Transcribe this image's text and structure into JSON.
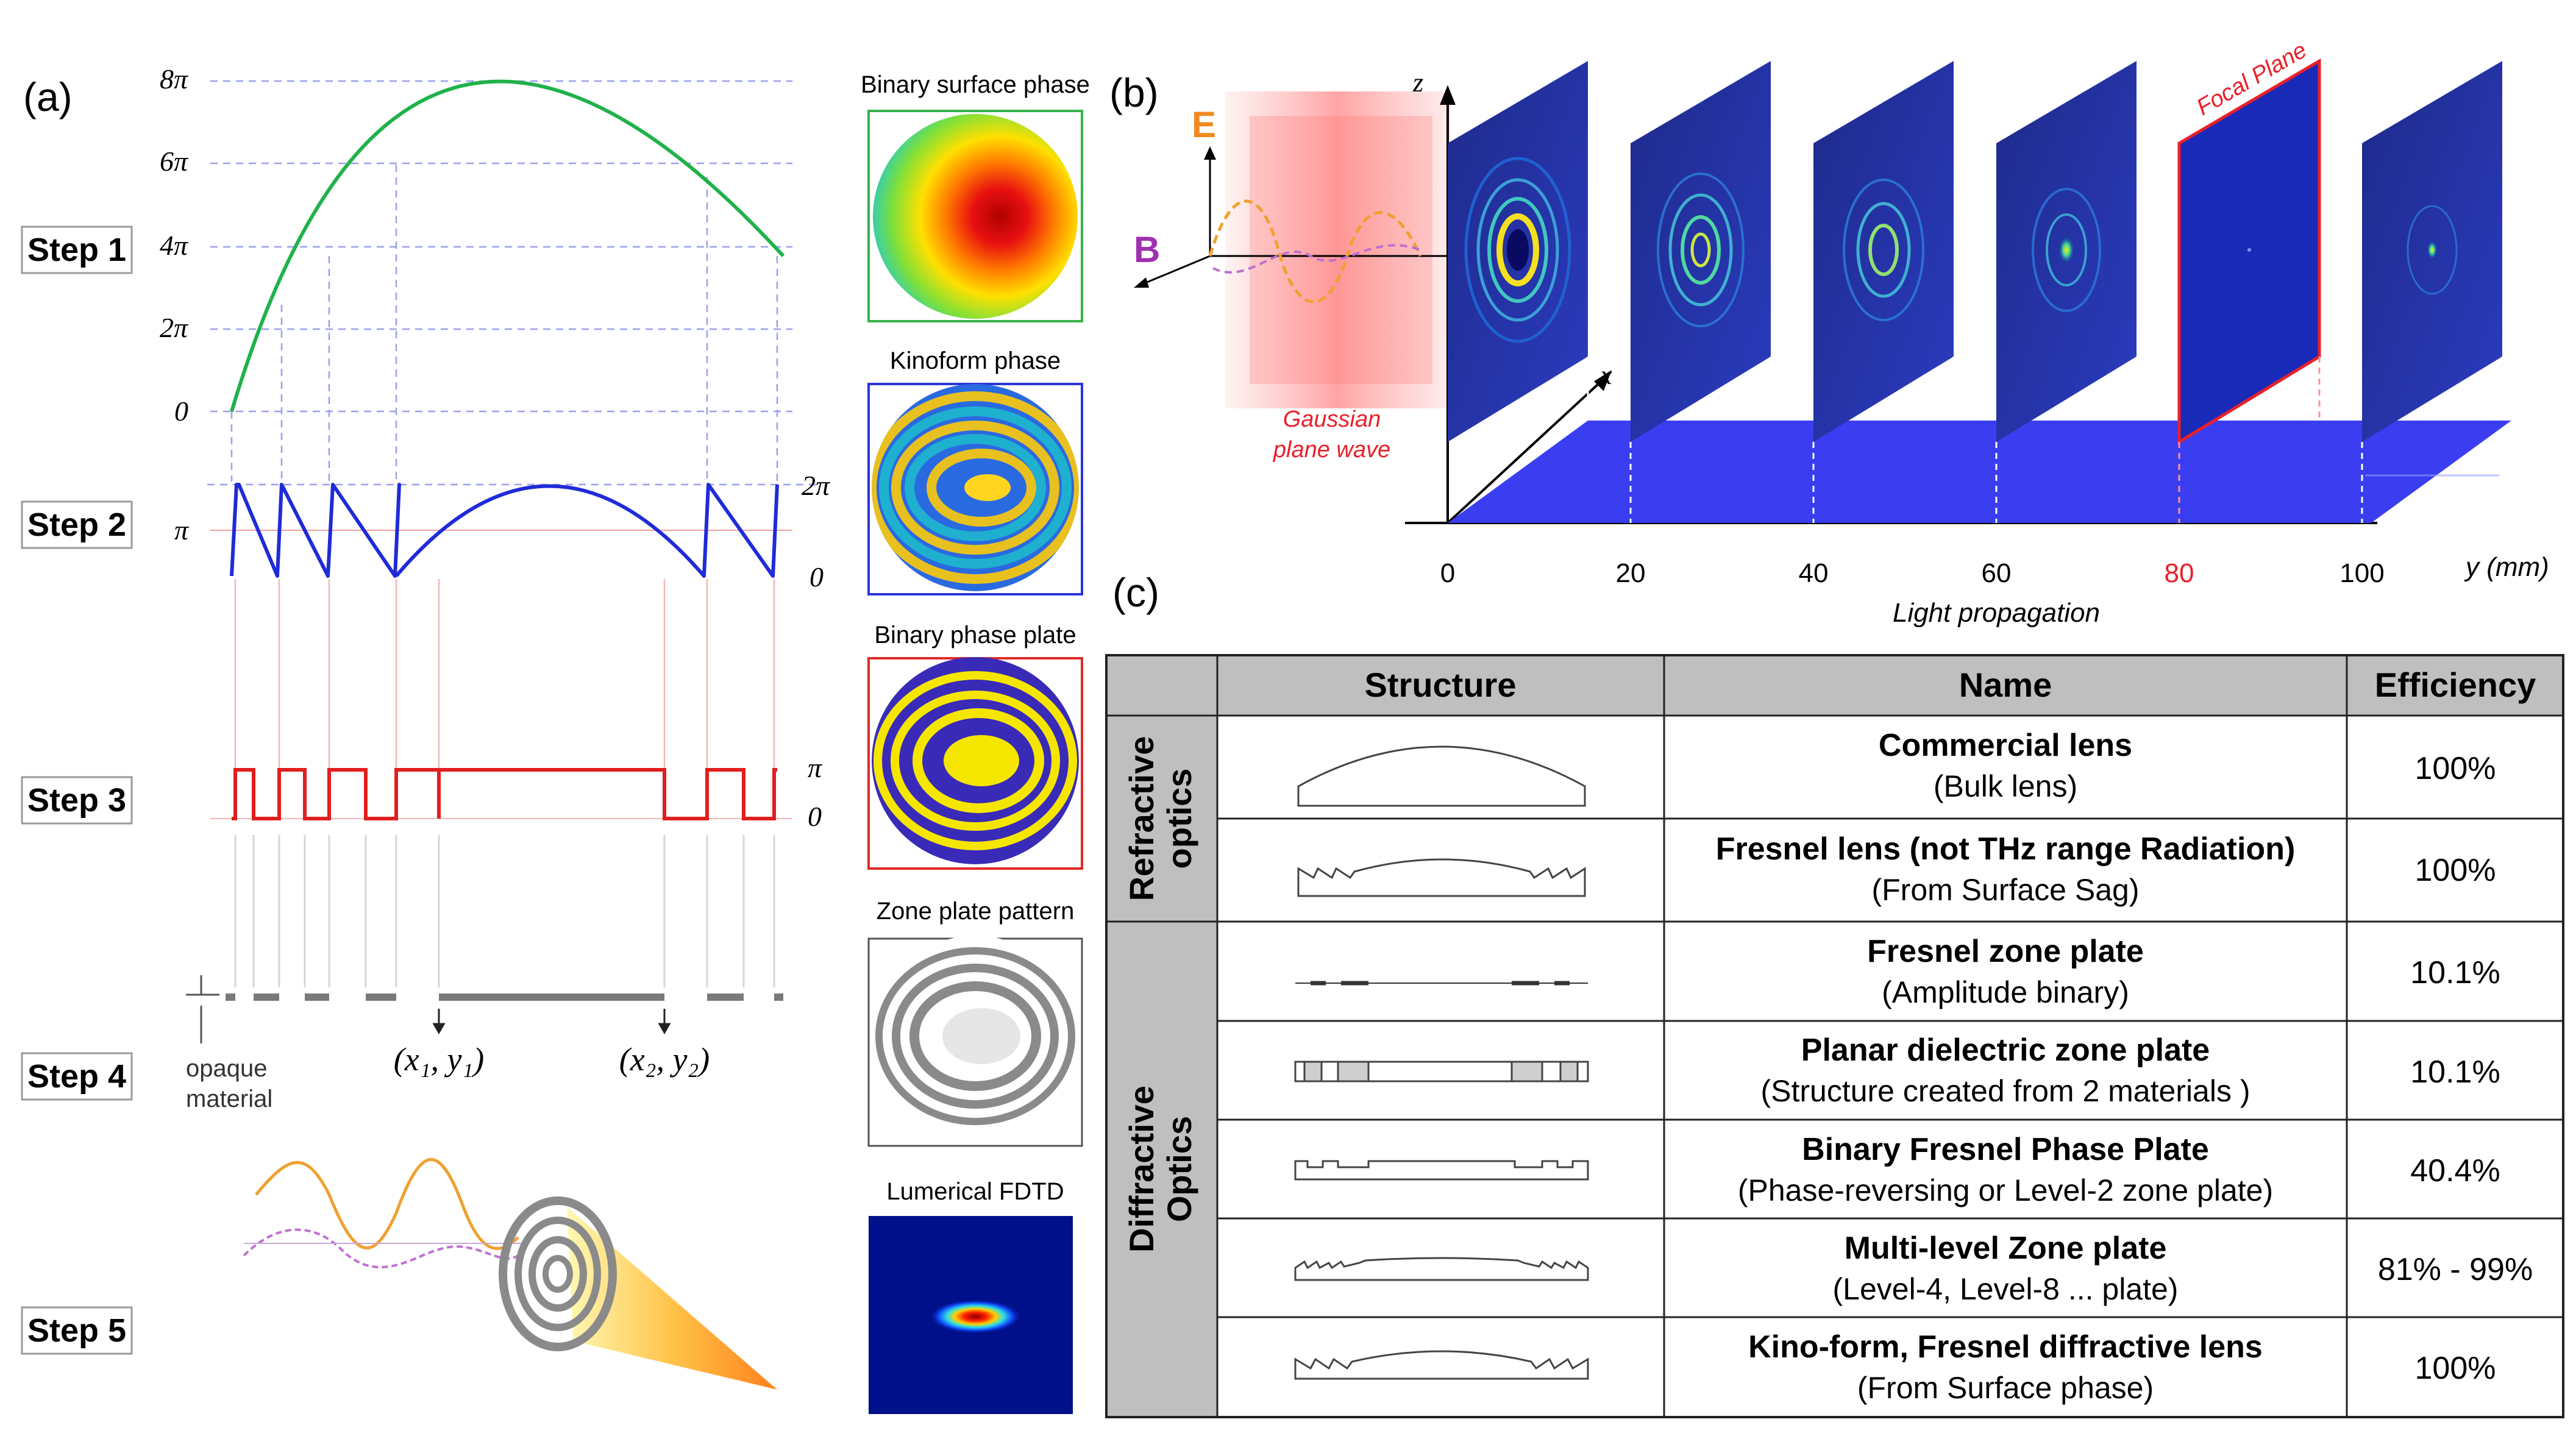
{
  "panel_a": {
    "label": "(a)",
    "steps": [
      "Step 1",
      "Step 2",
      "Step 3",
      "Step 4",
      "Step 5"
    ],
    "step1_ticks": [
      "8π",
      "6π",
      "4π",
      "2π",
      "0"
    ],
    "step2_ticks": [
      "2π",
      "π",
      "0"
    ],
    "step3_ticks": [
      "π",
      "0"
    ],
    "opaque_label": [
      "opaque",
      "material"
    ],
    "coord1": "(x₁, y₁)",
    "coord2": "(x₂, y₂)"
  },
  "phase_panels": [
    {
      "title": "Binary surface phase"
    },
    {
      "title": "Kinoform phase"
    },
    {
      "title": "Binary phase plate"
    },
    {
      "title": "Zone plate pattern"
    },
    {
      "title": "Lumerical FDTD"
    }
  ],
  "panel_b": {
    "label": "(b)",
    "e_label": "E",
    "b_label": "B",
    "z_label": "z",
    "x_label": "x",
    "gaussian": [
      "Gaussian",
      "plane wave"
    ],
    "focal_plane": "Focal Plane",
    "y_ticks": [
      "0",
      "20",
      "40",
      "60",
      "80",
      "100"
    ],
    "y_label": "y (mm)",
    "xlabel": "Light propagation"
  },
  "panel_c": {
    "label": "(c)",
    "headers": [
      "Structure",
      "Name",
      "Efficiency"
    ],
    "groups": [
      {
        "name": [
          "Refractive",
          "optics"
        ]
      },
      {
        "name": [
          "Diffractive",
          "Optics"
        ]
      }
    ],
    "rows": [
      {
        "name": "Commercial lens",
        "sub": "(Bulk lens)",
        "eff": "100%"
      },
      {
        "name": "Fresnel lens (not THz range Radiation)",
        "sub": "(From Surface Sag)",
        "eff": "100%"
      },
      {
        "name": "Fresnel zone plate",
        "sub": "(Amplitude binary)",
        "eff": "10.1%"
      },
      {
        "name": "Planar dielectric zone plate",
        "sub": "(Structure  created from 2 materials )",
        "eff": "10.1%"
      },
      {
        "name": "Binary Fresnel Phase Plate",
        "sub": "(Phase-reversing  or Level-2  zone plate)",
        "eff": "40.4%"
      },
      {
        "name": "Multi-level Zone plate",
        "sub": "(Level-4,  Level-8  ...  plate)",
        "eff": "81% - 99%"
      },
      {
        "name": "Kino-form, Fresnel diffractive lens",
        "sub": "(From Surface  phase)",
        "eff": "100%"
      }
    ]
  }
}
